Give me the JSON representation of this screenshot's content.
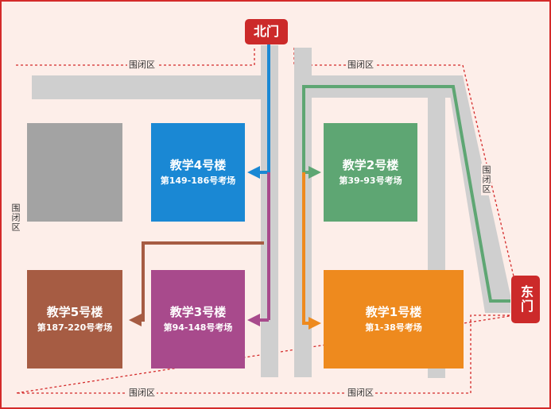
{
  "gates": {
    "north": "北门",
    "east": "东门"
  },
  "restricted_label": "围闭区",
  "buildings": [
    {
      "id": "b4",
      "name": "教学4号楼",
      "range": "第149-186号考场",
      "color": "#1a88d4"
    },
    {
      "id": "b2",
      "name": "教学2号楼",
      "range": "第39-93号考场",
      "color": "#5ea673"
    },
    {
      "id": "b5",
      "name": "教学5号楼",
      "range": "第187-220号考场",
      "color": "#a65c43"
    },
    {
      "id": "b3",
      "name": "教学3号楼",
      "range": "第94-148号考场",
      "color": "#a84a8c"
    },
    {
      "id": "b1",
      "name": "教学1号楼",
      "range": "第1-38号考场",
      "color": "#ee8a1e"
    }
  ],
  "colors": {
    "background": "#fdeee9",
    "road": "#cfcfcf",
    "boundary": "#d42a2a",
    "route_blue": "#1a88d4",
    "route_magenta": "#a84a8c",
    "route_brown": "#a65c43",
    "route_green": "#5ea673",
    "route_orange": "#ee8a1e"
  }
}
